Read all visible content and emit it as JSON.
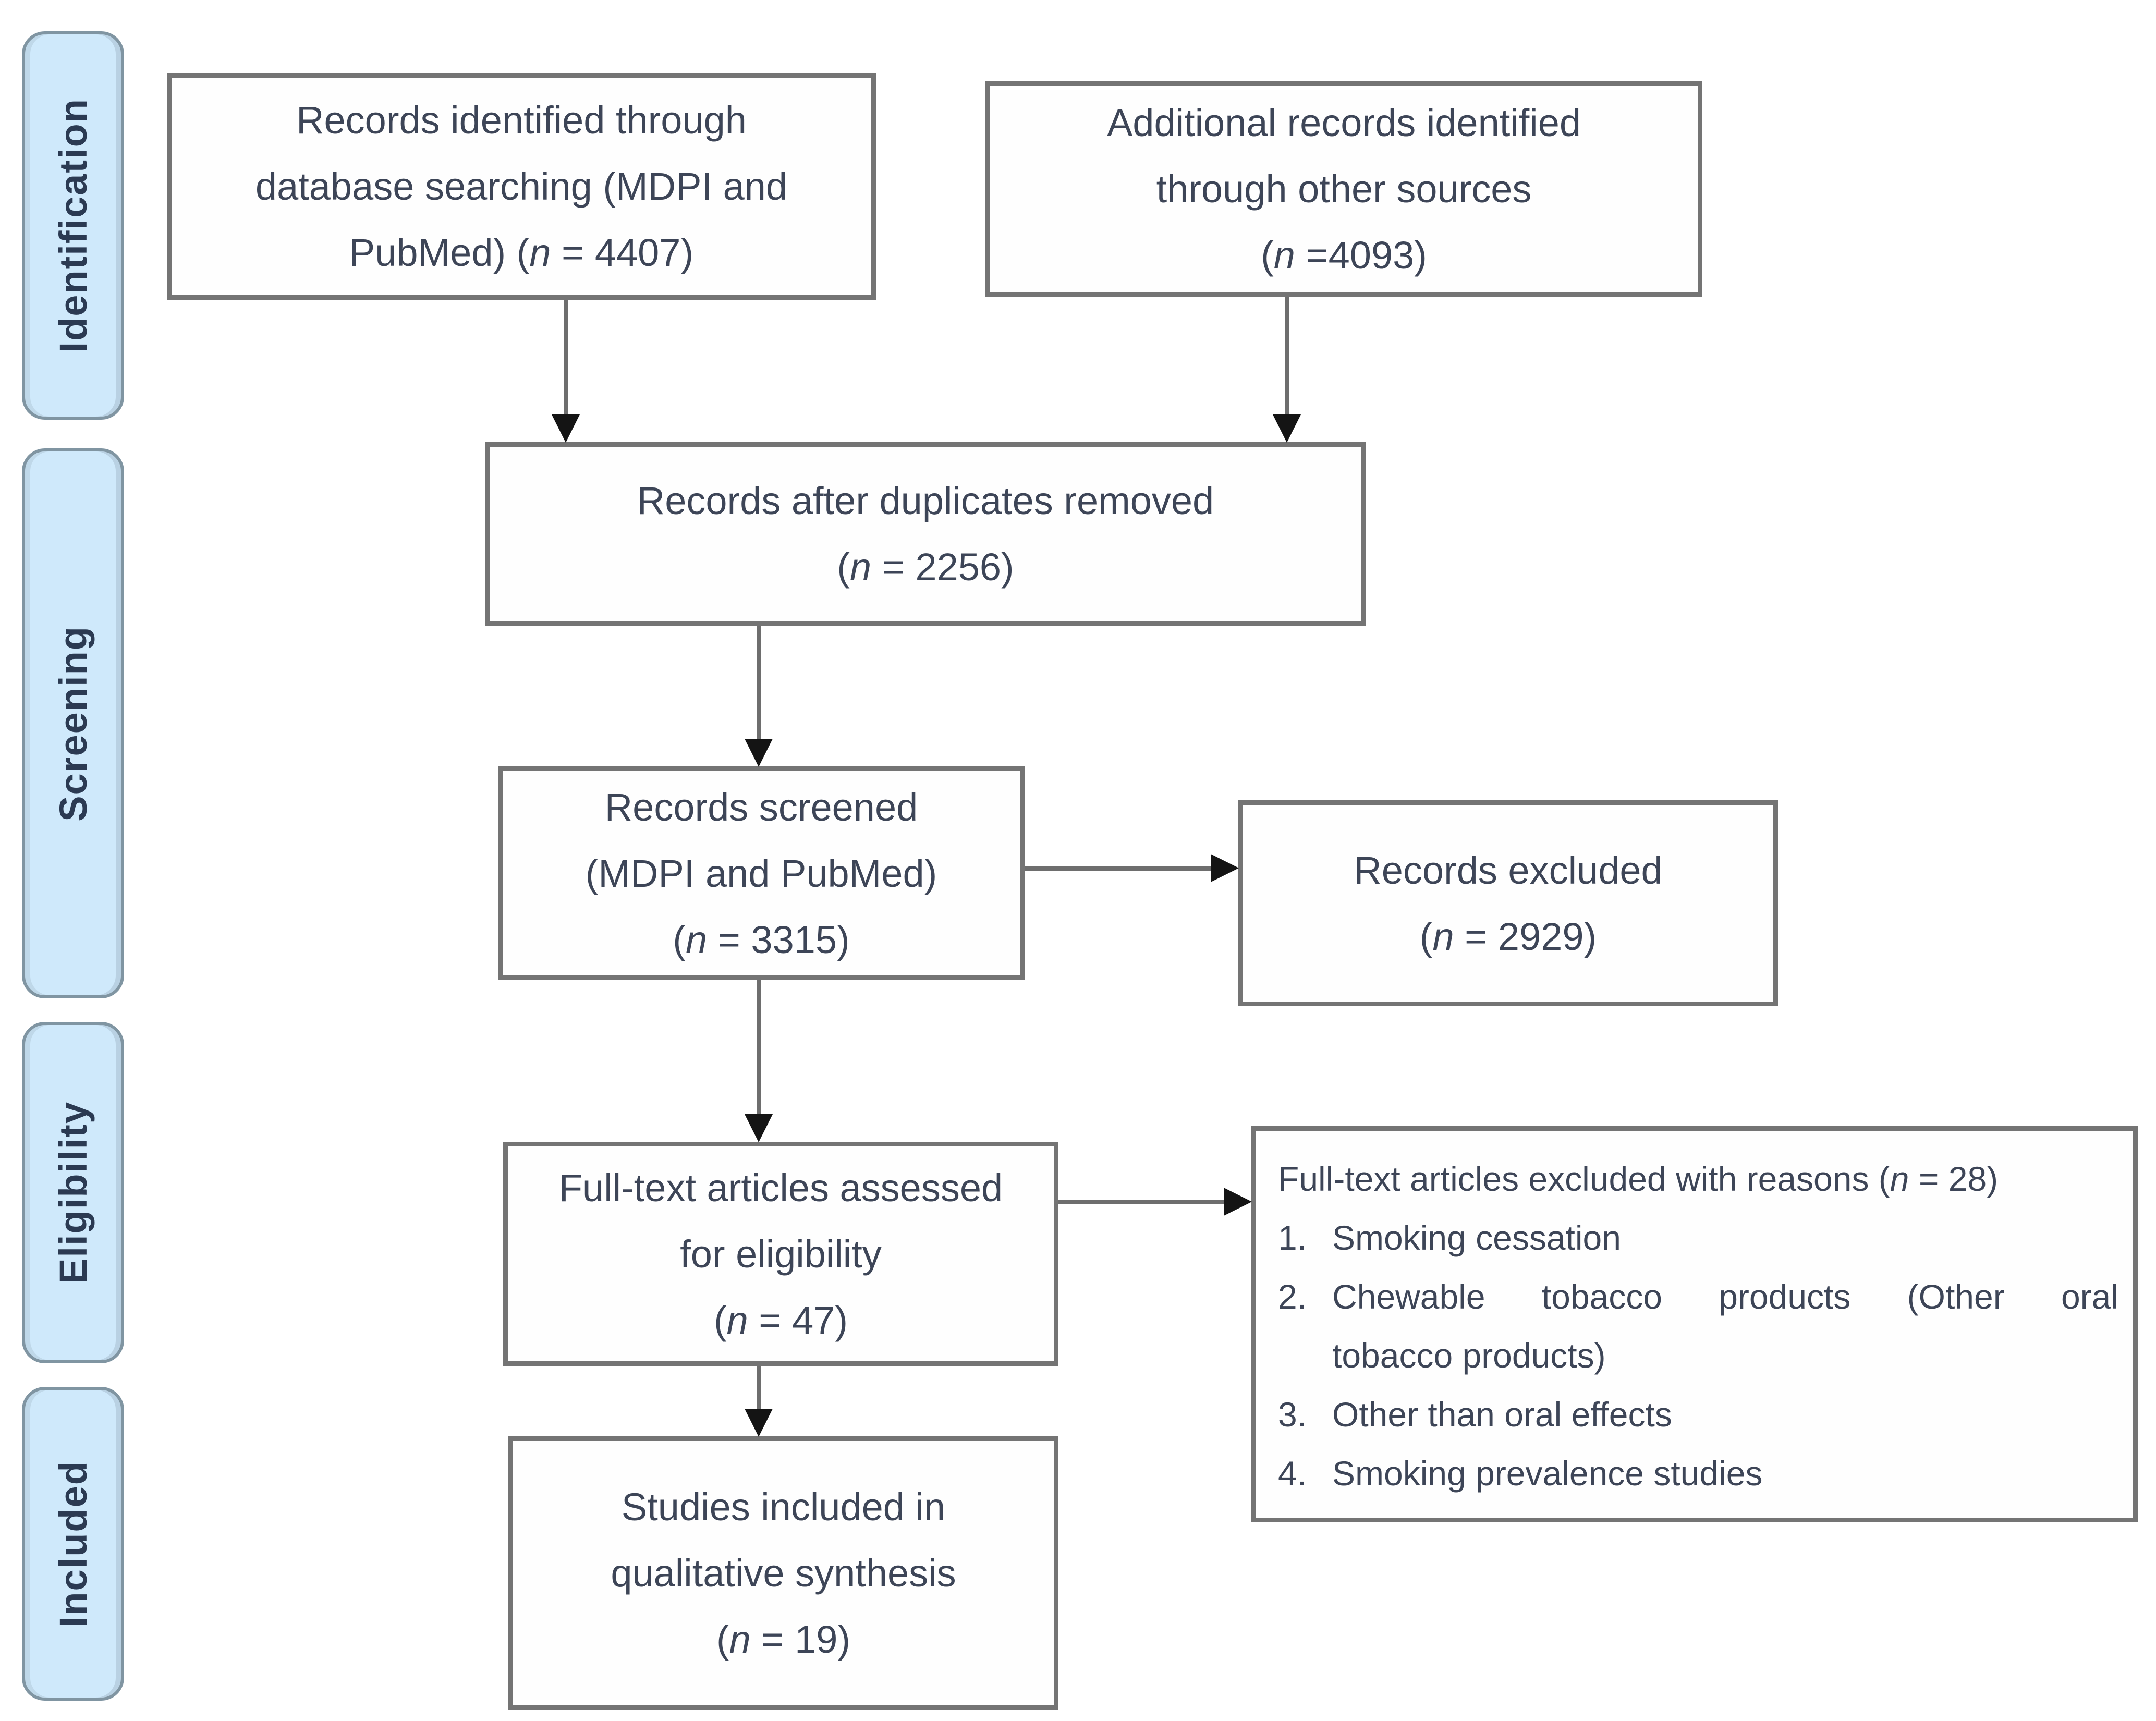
{
  "palette": {
    "stage_fill": "#cfe9fb",
    "stage_border": "#8095a2",
    "stage_text": "#2b3a52",
    "box_fill": "#fefefe",
    "box_border": "#747474",
    "box_text": "#3d4557",
    "connector_line": "#6e6e6e",
    "arrowhead": "#141414"
  },
  "sidebar": {
    "stages": [
      {
        "label": "Identification"
      },
      {
        "label": "Screening"
      },
      {
        "label": "Eligibility"
      },
      {
        "label": "Included"
      }
    ]
  },
  "flow": {
    "identified": {
      "lines": [
        "Records identified through",
        "database searching (MDPI and"
      ],
      "count_pre": "PubMed) (",
      "n": "n",
      "count_post": " = 4407)"
    },
    "additional": {
      "lines": [
        "Additional records identified",
        "through other sources"
      ],
      "count_pre": "(",
      "n": "n",
      "count_post": " =4093)"
    },
    "deduplicated": {
      "lines": [
        "Records after duplicates removed"
      ],
      "count_pre": "(",
      "n": "n",
      "count_post": " = 2256)"
    },
    "screened": {
      "lines": [
        "Records screened",
        "(MDPI and PubMed)"
      ],
      "count_pre": "(",
      "n": "n",
      "count_post": " = 3315)"
    },
    "excluded": {
      "lines": [
        "Records excluded"
      ],
      "count_pre": "(",
      "n": "n",
      "count_post": " = 2929)"
    },
    "fulltext": {
      "lines": [
        "Full-text articles assessed",
        "for eligibility"
      ],
      "count_pre": "(",
      "n": "n",
      "count_post": " = 47)"
    },
    "reasons": {
      "header_pre": "Full-text articles excluded with reasons (",
      "n": "n",
      "header_post": " = 28)",
      "items": [
        {
          "num": "1.",
          "lines": [
            "Smoking cessation"
          ]
        },
        {
          "num": "2.",
          "lines": [
            "Chewable tobacco products (Other oral",
            "tobacco products)"
          ]
        },
        {
          "num": "3.",
          "lines": [
            "Other than oral effects"
          ]
        },
        {
          "num": "4.",
          "lines": [
            "Smoking prevalence studies"
          ]
        }
      ]
    },
    "included": {
      "lines": [
        "Studies included in",
        "qualitative synthesis"
      ],
      "count_pre": "(",
      "n": "n",
      "count_post": " = 19)"
    }
  }
}
